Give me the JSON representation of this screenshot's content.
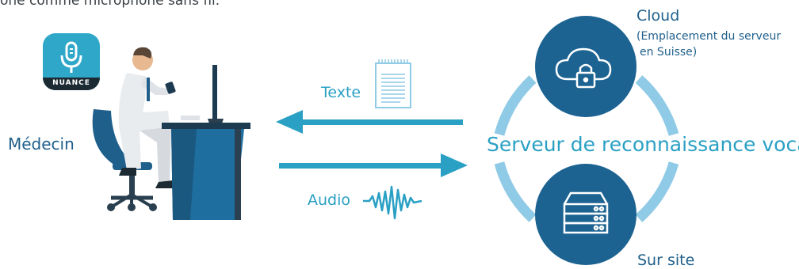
{
  "top_text": "one comme microphone sans fil.",
  "app": {
    "brand": "NUANCE",
    "icon": "microphone-icon"
  },
  "doctor": {
    "label": "Médecin"
  },
  "flow": {
    "text_label": "Texte",
    "audio_label": "Audio",
    "text_icon": "document-icon",
    "audio_icon": "waveform-icon"
  },
  "server": {
    "label": "Serveur de reconnaissance vocale",
    "cloud": {
      "title": "Cloud",
      "sub1": "(Emplacement du serveur",
      "sub2": "en Suisse)",
      "icon": "cloud-lock-icon"
    },
    "onsite": {
      "title": "Sur site",
      "icon": "server-rack-icon"
    }
  },
  "colors": {
    "dark_blue": "#1f5f8b",
    "teal": "#2aa0c4",
    "ring": "#8fcae6",
    "circle": "#1c6392"
  }
}
